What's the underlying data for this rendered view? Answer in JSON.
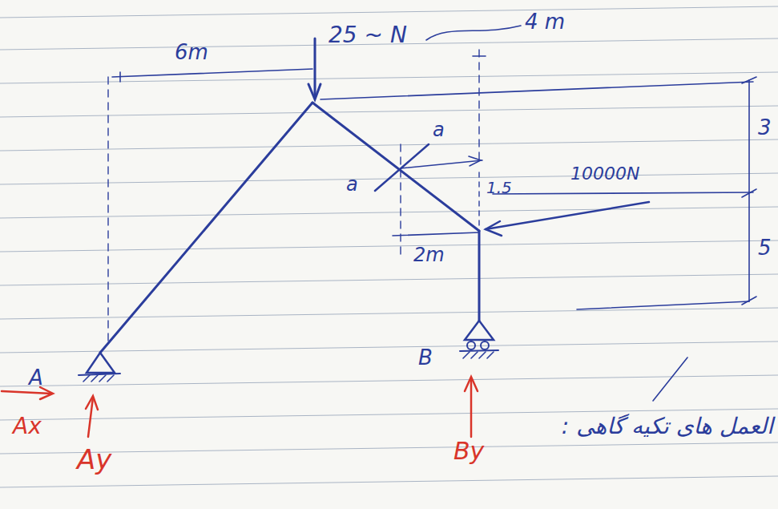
{
  "diagram": {
    "labels": [
      "6m",
      "25 ~ N",
      "4 m",
      "3",
      "a",
      "a",
      "1.5",
      "10000N",
      "2m",
      "5",
      "A",
      "B",
      "Ax",
      "Ay",
      "By",
      "العمل های تکیه گاهی :"
    ]
  }
}
